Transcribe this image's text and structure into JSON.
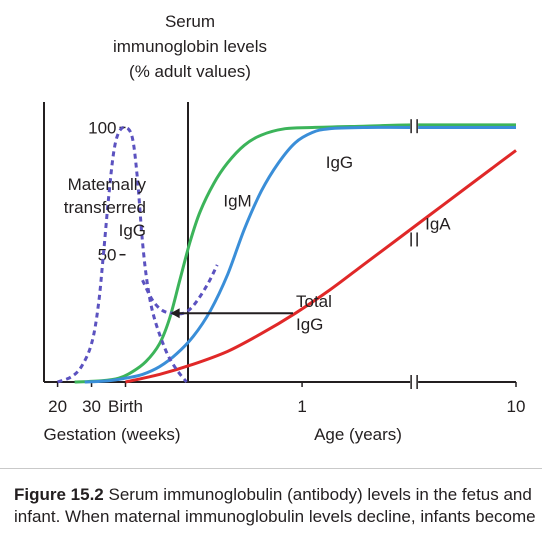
{
  "chart_data": {
    "type": "line",
    "title": "Serum immunoglobin levels (% adult values)",
    "title_lines": [
      "Serum",
      "immunoglobin levels",
      "(% adult values)"
    ],
    "y_ticks": [
      {
        "value": 50,
        "label": "50"
      },
      {
        "value": 100,
        "label": "100"
      }
    ],
    "ylim": [
      0,
      110
    ],
    "x_ticks": [
      {
        "label": "20",
        "t": 20
      },
      {
        "label": "30",
        "t": 30
      },
      {
        "label": "Birth",
        "t": 40
      },
      {
        "label": "1",
        "t": 92
      },
      {
        "label": "10",
        "t": 155
      }
    ],
    "x_section_labels": {
      "gestation": "Gestation (weeks)",
      "age": "Age (years)"
    },
    "series": [
      {
        "name": "Maternally transferred IgG",
        "label_lines": [
          "Maternally",
          "transferred",
          "IgG"
        ],
        "color": "#5b52c0",
        "style": "dashed",
        "points": [
          [
            20,
            0
          ],
          [
            24,
            2
          ],
          [
            27,
            6
          ],
          [
            30,
            15
          ],
          [
            32,
            30
          ],
          [
            33.5,
            50
          ],
          [
            35,
            72
          ],
          [
            36.5,
            90
          ],
          [
            38,
            98
          ],
          [
            40,
            100
          ],
          [
            42,
            96
          ],
          [
            43.5,
            80
          ],
          [
            45,
            55
          ],
          [
            46.5,
            38
          ],
          [
            48.5,
            25
          ],
          [
            52,
            12
          ],
          [
            55,
            5
          ],
          [
            58,
            0
          ]
        ]
      },
      {
        "name": "Total IgG",
        "label_lines": [
          "Total",
          "IgG"
        ],
        "color": "#5b52c0",
        "style": "dashed",
        "points": [
          [
            45,
            40
          ],
          [
            48,
            32
          ],
          [
            51,
            28
          ],
          [
            54,
            27
          ],
          [
            57,
            27
          ],
          [
            60,
            30
          ],
          [
            64,
            38
          ],
          [
            67,
            46
          ]
        ]
      },
      {
        "name": "IgM",
        "color": "#3cb45a",
        "style": "solid",
        "points": [
          [
            25,
            0
          ],
          [
            33,
            0.5
          ],
          [
            38,
            1.5
          ],
          [
            42,
            4
          ],
          [
            46,
            8
          ],
          [
            50,
            15
          ],
          [
            53,
            25
          ],
          [
            56,
            40
          ],
          [
            59,
            55
          ],
          [
            62,
            67
          ],
          [
            66,
            78
          ],
          [
            70,
            86
          ],
          [
            75,
            93
          ],
          [
            80,
            97
          ],
          [
            87,
            99.5
          ],
          [
            95,
            100
          ],
          [
            110,
            100.5
          ],
          [
            125,
            101
          ],
          [
            155,
            101
          ]
        ]
      },
      {
        "name": "IgG",
        "color": "#3a8ed8",
        "style": "solid",
        "points": [
          [
            28,
            0
          ],
          [
            35,
            0.5
          ],
          [
            40,
            1.5
          ],
          [
            45,
            3
          ],
          [
            50,
            6
          ],
          [
            55,
            11
          ],
          [
            60,
            18
          ],
          [
            65,
            28
          ],
          [
            70,
            42
          ],
          [
            75,
            60
          ],
          [
            80,
            75
          ],
          [
            85,
            86
          ],
          [
            90,
            94
          ],
          [
            95,
            98
          ],
          [
            100,
            99.5
          ],
          [
            110,
            100
          ],
          [
            125,
            100
          ],
          [
            155,
            100
          ]
        ]
      },
      {
        "name": "IgA",
        "color": "#e02828",
        "style": "solid",
        "points": [
          [
            40,
            0
          ],
          [
            50,
            3
          ],
          [
            60,
            7
          ],
          [
            70,
            12
          ],
          [
            80,
            19
          ],
          [
            90,
            27
          ],
          [
            100,
            36
          ],
          [
            110,
            46
          ],
          [
            120,
            56
          ],
          [
            130,
            66
          ],
          [
            140,
            76
          ],
          [
            148,
            84
          ],
          [
            155,
            91
          ]
        ]
      }
    ],
    "axis_break_x": 125,
    "arrow_annotation": {
      "target": "Total IgG",
      "label": "Total IgG"
    }
  },
  "caption": {
    "label": "Figure 15.2",
    "text": "Serum immunoglobulin (antibody) levels in the fetus and infant. When maternal immunoglobulin levels decline, infants become"
  }
}
